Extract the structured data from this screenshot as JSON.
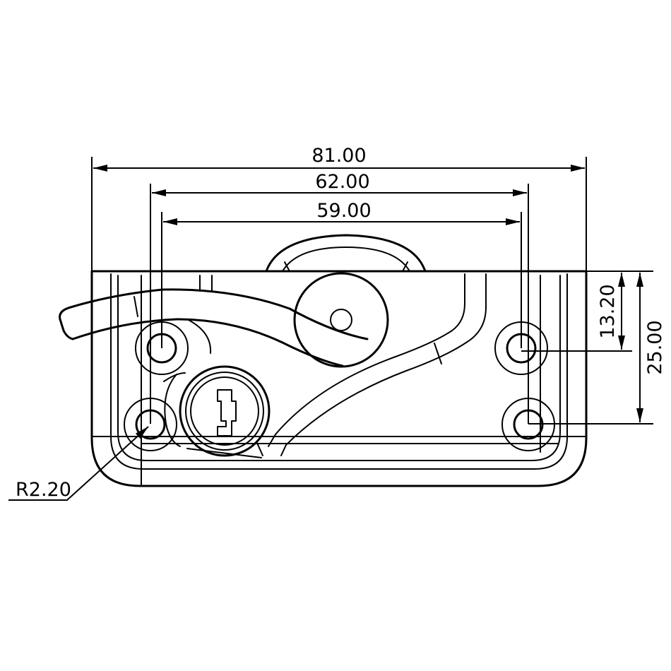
{
  "drawing": {
    "dimensions": {
      "overall_width": "81.00",
      "outer_hole_spacing": "62.00",
      "inner_hole_spacing": "59.00",
      "hole_offset": "13.20",
      "height": "25.00",
      "hole_radius": "R2.20"
    }
  }
}
